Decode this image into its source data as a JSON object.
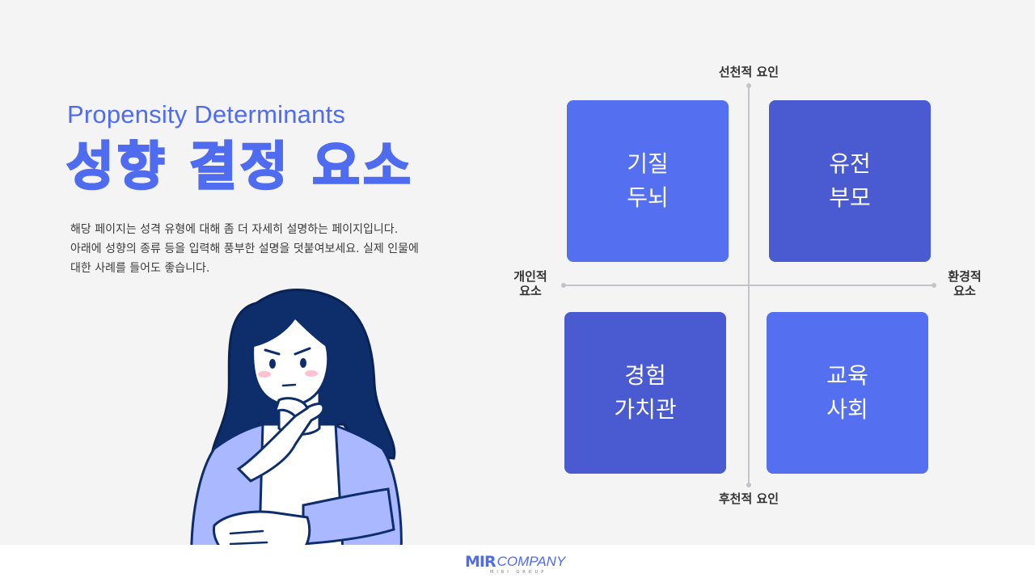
{
  "header": {
    "subtitle": "Propensity Determinants",
    "title": "성향 결정 요소"
  },
  "description": {
    "lines": [
      "해당 페이지는 성격 유형에 대해 좀 더 자세히 설명하는 페이지입니다.",
      "아래에 성향의 종류 등을 입력해 풍부한 설명을 덧붙여보세요. 실제 인물에",
      "대한 사례를 들어도 좋습니다."
    ]
  },
  "axes": {
    "top": "선천적 요인",
    "bottom": "후천적 요인",
    "left": [
      "개인적",
      "요소"
    ],
    "right": [
      "환경적",
      "요소"
    ]
  },
  "quadrants": [
    {
      "lines": [
        "기질",
        "두뇌"
      ],
      "color": "#546ff0"
    },
    {
      "lines": [
        "유전",
        "부모"
      ],
      "color": "#4a5ad0"
    },
    {
      "lines": [
        "경험",
        "가치관"
      ],
      "color": "#4a5ad0"
    },
    {
      "lines": [
        "교육",
        "사회"
      ],
      "color": "#546ff0"
    }
  ],
  "footer": {
    "logo_mark": "MIR",
    "logo_text": "COMPANY",
    "logo_sub": "MIRI GROUP"
  },
  "colors": {
    "accent": "#4f6cf0",
    "quadrant_light": "#546ff0",
    "quadrant_dark": "#4a5ad0",
    "hair": "#0d2d6b",
    "jacket": "#aab9ff"
  }
}
